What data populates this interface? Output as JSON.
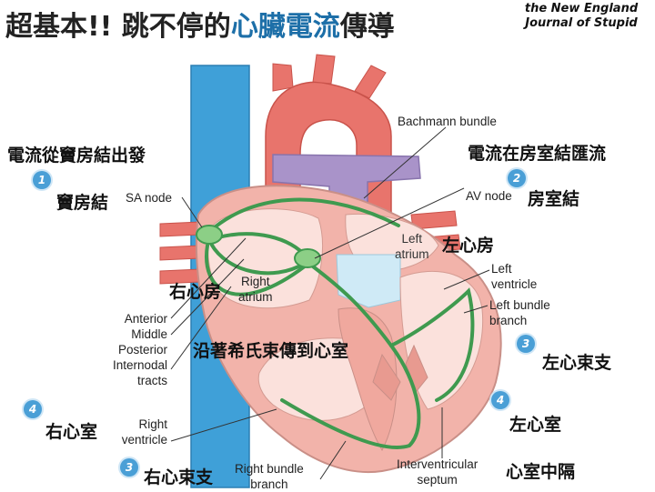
{
  "title": {
    "prefix": "超基本!! 跳不停的",
    "emphasis": "心臟電流",
    "suffix": "傳導"
  },
  "journal": {
    "line1": "the New England",
    "line2": "Journal of Stupid"
  },
  "steps": [
    {
      "number": "1",
      "title": "電流從竇房結出發",
      "name": "竇房結"
    },
    {
      "number": "2",
      "title": "電流在房室結匯流",
      "name": "房室結"
    },
    {
      "number": "3",
      "left_name": "右心束支",
      "right_name": "左心束支"
    },
    {
      "number": "4",
      "left_name": "右心室",
      "right_name": "左心室"
    }
  ],
  "chinese_labels": {
    "right_atrium": "右心房",
    "left_atrium": "左心房",
    "his_bundle": "沿著希氏束傳到心室",
    "septum": "心室中隔"
  },
  "english_labels": {
    "sa_node": "SA node",
    "av_node": "AV node",
    "bachmann": "Bachmann bundle",
    "left_atrium": [
      "Left",
      "atrium"
    ],
    "right_atrium": [
      "Right",
      "atrium"
    ],
    "left_ventricle": [
      "Left",
      "ventricle"
    ],
    "left_bundle": [
      "Left bundle",
      "branch"
    ],
    "tracts": [
      "Anterior",
      "Middle",
      "Posterior",
      "Internodal",
      "tracts"
    ],
    "right_ventricle": [
      "Right",
      "ventricle"
    ],
    "right_bundle": [
      "Right bundle",
      "branch"
    ],
    "septum": [
      "Interventricular",
      "septum"
    ]
  },
  "colors": {
    "vena_cava": "#3fa0d8",
    "aorta": "#e8746c",
    "pulmonary": "#a993c9",
    "heart_wall": "#f2b3aa",
    "chamber": "#fbe1dc",
    "conduction": "#3f9a4f",
    "node": "#8ccf86",
    "badge": "#4a9fd6"
  }
}
